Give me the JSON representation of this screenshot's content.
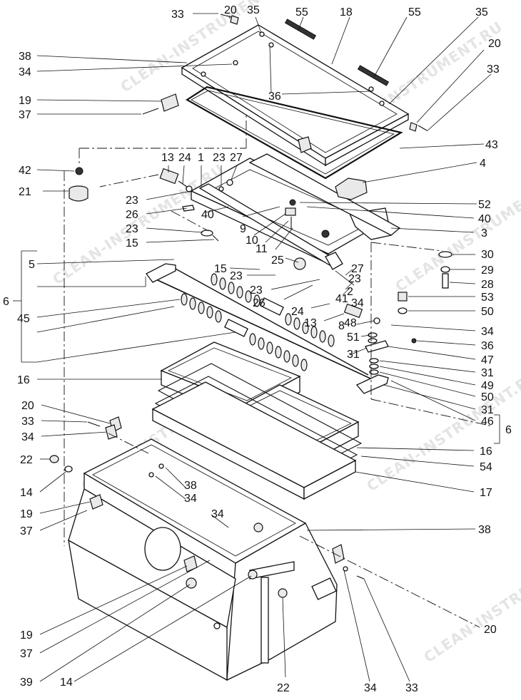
{
  "watermark_text": "CLEAN-INSTRUMENT.RU",
  "callouts": [
    "33",
    "20",
    "35",
    "55",
    "18",
    "55",
    "35",
    "20",
    "33",
    "38",
    "34",
    "36",
    "19",
    "37",
    "43",
    "13",
    "24",
    "1",
    "23",
    "27",
    "42",
    "21",
    "4",
    "23",
    "52",
    "26",
    "40",
    "40",
    "9",
    "3",
    "23",
    "10",
    "11",
    "15",
    "30",
    "25",
    "5",
    "15",
    "23",
    "27",
    "29",
    "23",
    "2",
    "28",
    "23",
    "26",
    "53",
    "41",
    "34",
    "24",
    "50",
    "13",
    "8",
    "34",
    "51",
    "48",
    "36",
    "31",
    "47",
    "31",
    "49",
    "50",
    "6",
    "45",
    "16",
    "31",
    "46",
    "6",
    "20",
    "16",
    "33",
    "54",
    "34",
    "17",
    "22",
    "14",
    "38",
    "34",
    "19",
    "37",
    "34",
    "38",
    "19",
    "37",
    "39",
    "14",
    "22",
    "34",
    "33",
    "20"
  ]
}
